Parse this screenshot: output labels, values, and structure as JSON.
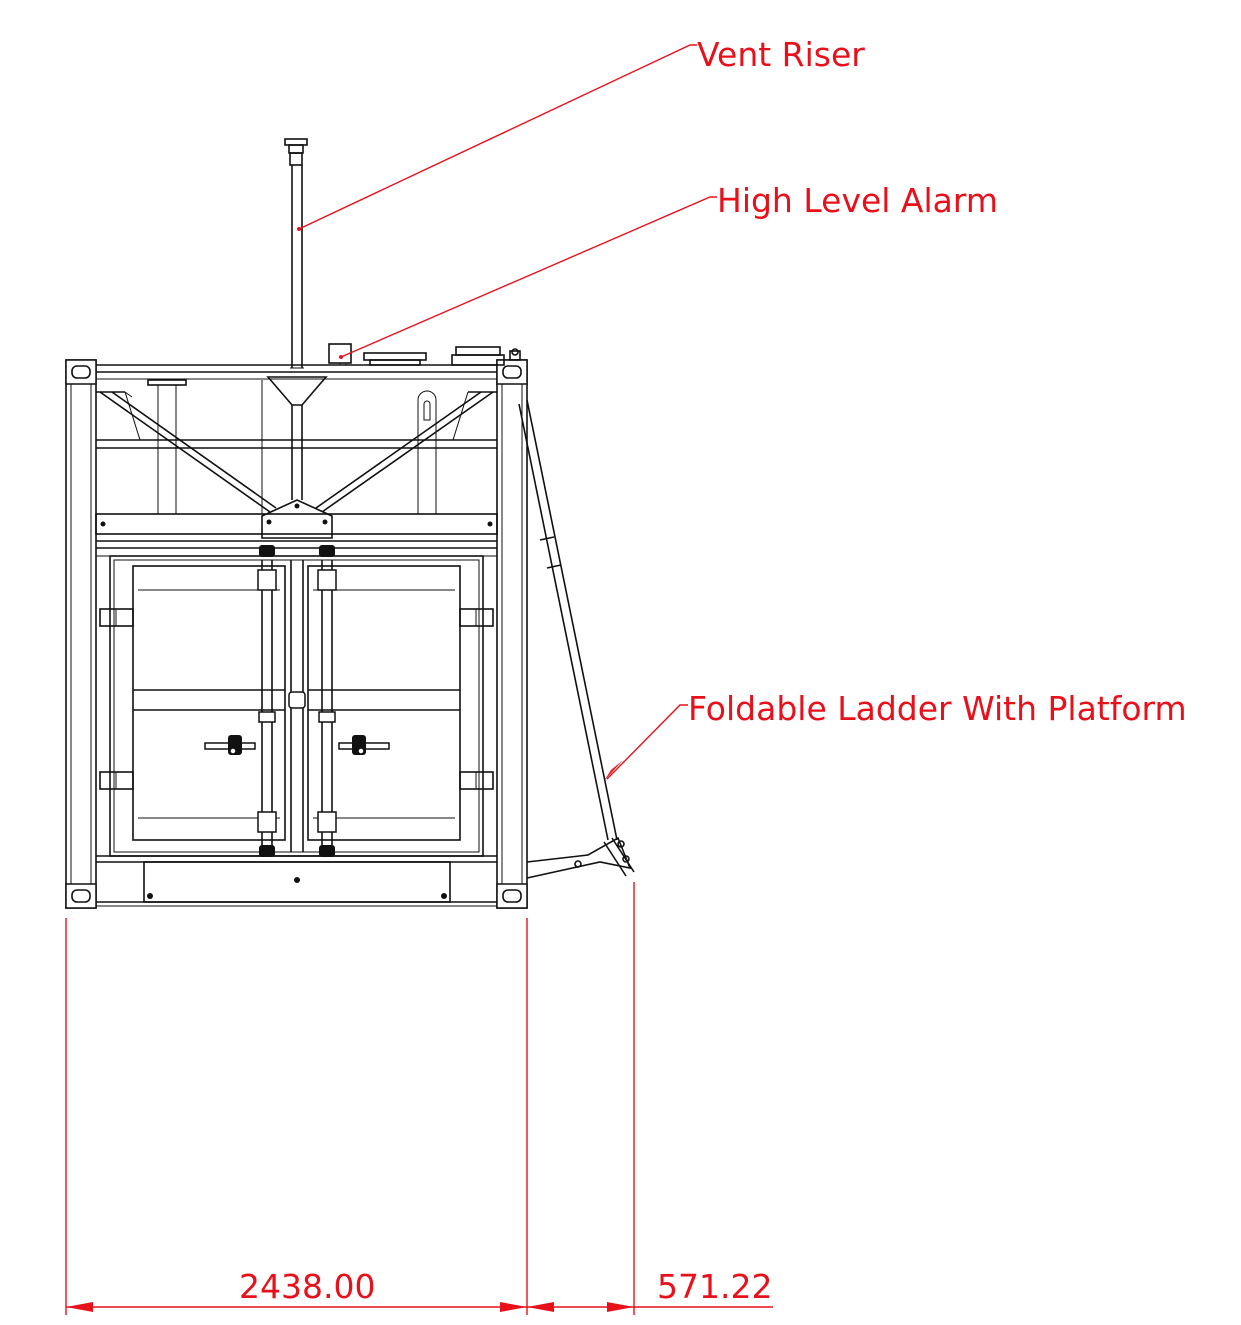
{
  "callouts": {
    "vent_riser": "Vent Riser",
    "high_level_alarm": "High Level Alarm",
    "ladder": "Foldable Ladder With Platform"
  },
  "dimensions": {
    "width": "2438.00",
    "ladder_offset": "571.22"
  },
  "colors": {
    "annotation": "#e8111b",
    "linework": "#111111"
  }
}
